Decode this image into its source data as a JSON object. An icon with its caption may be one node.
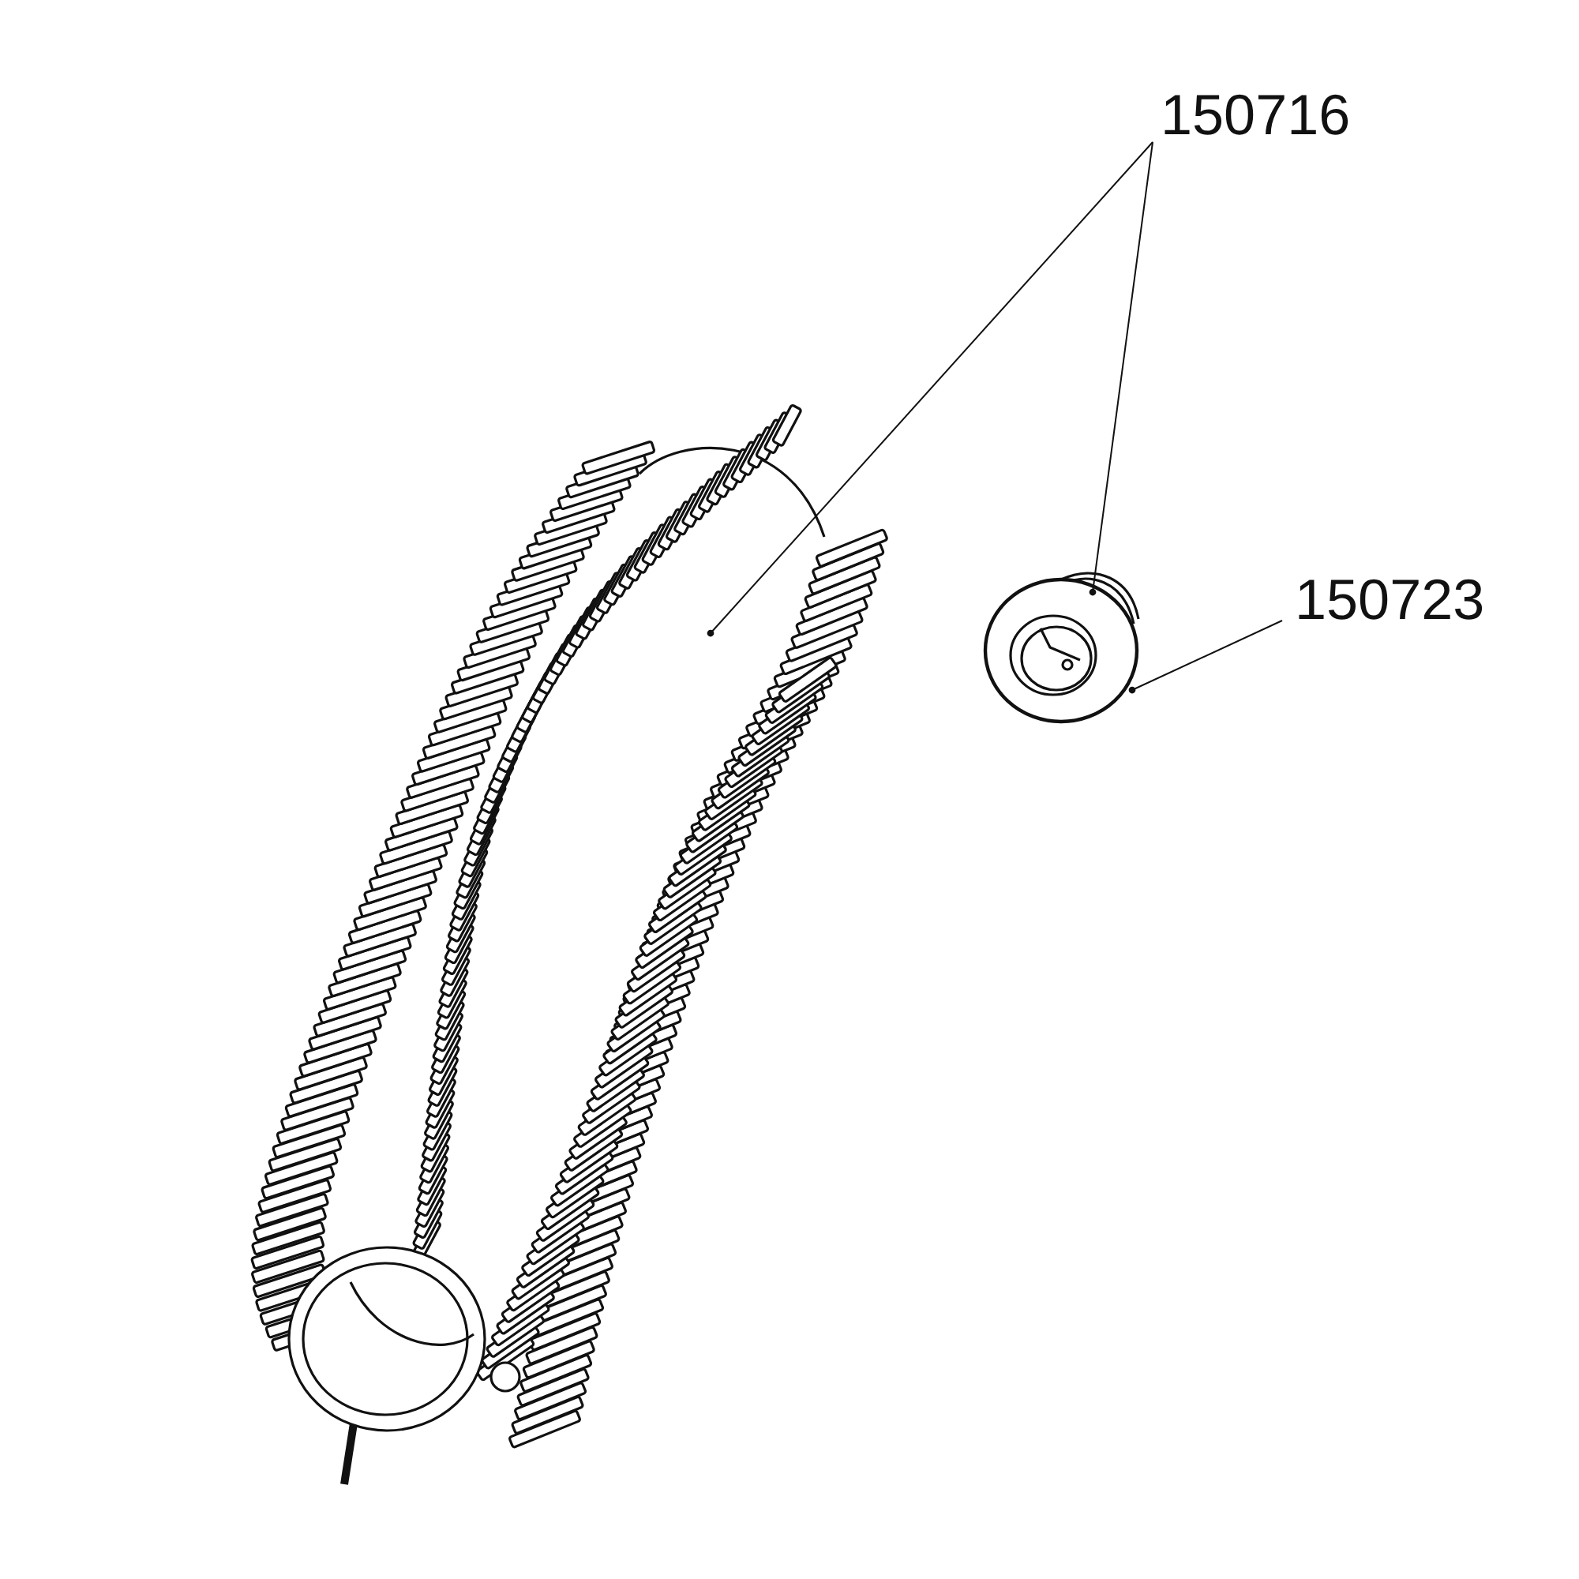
{
  "diagram": {
    "nodes": [
      {
        "text": [
          "150716"
        ]
      },
      {
        "text": [
          "150723"
        ]
      },
      {
        "text": [],
        "shape": "picture"
      },
      {
        "text": [],
        "shape": "picture"
      },
      {
        "text": [],
        "shape": "picture"
      }
    ],
    "edges": [
      {
        "from": 0,
        "to": 2,
        "arrow": "other"
      },
      {
        "from": 0,
        "to": 3,
        "arrow": "other"
      },
      {
        "from": 1,
        "to": 4,
        "arrow": "other"
      }
    ]
  }
}
